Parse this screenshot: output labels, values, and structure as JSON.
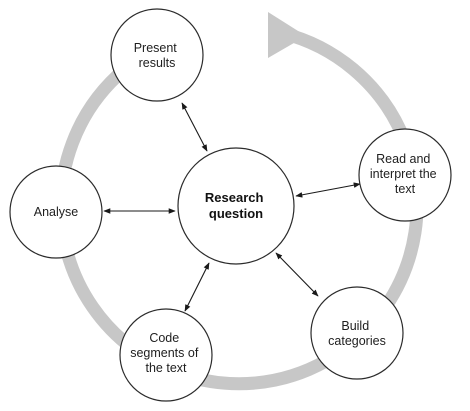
{
  "diagram": {
    "center": {
      "label_lines": [
        "Research",
        "question"
      ]
    },
    "nodes": [
      {
        "id": "present-results",
        "label_lines": [
          "Present",
          "results"
        ]
      },
      {
        "id": "read-and-interpret-the-text",
        "label_lines": [
          "Read and",
          "interpret the",
          "text"
        ]
      },
      {
        "id": "build-categories",
        "label_lines": [
          "Build",
          "categories"
        ]
      },
      {
        "id": "code-segments-of-the-text",
        "label_lines": [
          "Code",
          "segments of",
          "the text"
        ]
      },
      {
        "id": "analyse",
        "label_lines": [
          "Analyse"
        ]
      }
    ],
    "links": [
      {
        "from": "center",
        "to": "present-results",
        "arrows": "both"
      },
      {
        "from": "center",
        "to": "read-and-interpret-the-text",
        "arrows": "both"
      },
      {
        "from": "center",
        "to": "build-categories",
        "arrows": "both"
      },
      {
        "from": "center",
        "to": "code-segments-of-the-text",
        "arrows": "both"
      },
      {
        "from": "center",
        "to": "analyse",
        "arrows": "both"
      }
    ],
    "cycle": {
      "direction": "clockwise",
      "color": "#c7c7c7"
    }
  }
}
